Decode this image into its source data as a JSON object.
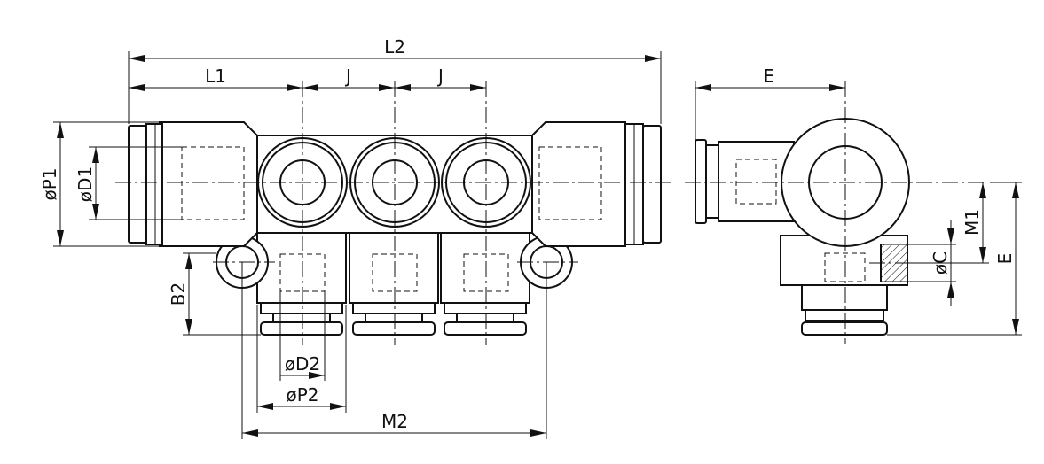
{
  "labels": {
    "L2": "L2",
    "L1": "L1",
    "J1": "J",
    "J2": "J",
    "E_top": "E",
    "P1": "øP1",
    "D1": "øD1",
    "B2": "B2",
    "D2": "øD2",
    "P2": "øP2",
    "M2": "M2",
    "M1": "M1",
    "C": "øC",
    "E_right": "E"
  }
}
